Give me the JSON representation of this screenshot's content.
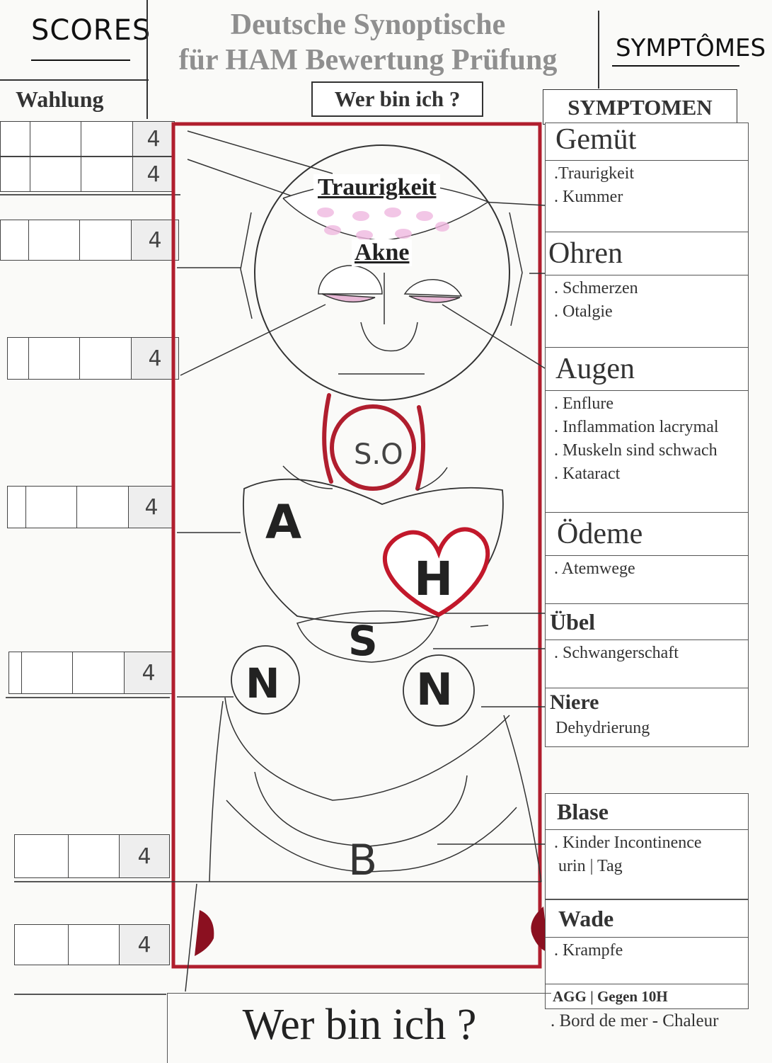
{
  "header": {
    "scores": "SCORES",
    "title_line1": "Deutsche Synoptische",
    "title_line2": "für HAM Bewertung Prüfung",
    "symptomes": "SYMPTÔMES",
    "wahlung": "Wahlung",
    "wer_bin_ich": "Wer bin ich ?",
    "symptomen": "SYMPTOMEN"
  },
  "scores": [
    {
      "value": "4"
    },
    {
      "value": "4"
    },
    {
      "value": "4"
    },
    {
      "value": "4"
    },
    {
      "value": "4"
    },
    {
      "value": "4"
    },
    {
      "value": "4"
    },
    {
      "value": "4"
    }
  ],
  "figure": {
    "traurigkeit": "Traurigkeit",
    "akne": "Akne",
    "so": "S.O",
    "a": "A",
    "h": "H",
    "s": "S",
    "n_left": "N",
    "n_right": "N",
    "b": "B"
  },
  "symptoms": {
    "gemut": {
      "title": "Gemüt",
      "items": [
        ".Traurigkeit",
        ". Kummer"
      ]
    },
    "ohren": {
      "title": "Ohren",
      "items": [
        ". Schmerzen",
        ". Otalgie"
      ]
    },
    "augen": {
      "title": "Augen",
      "items": [
        ". Enflure",
        ". Inflammation lacrymal",
        ". Muskeln sind schwach",
        ". Kataract"
      ]
    },
    "odeme": {
      "title": "Ödeme",
      "items": [
        ". Atemwege"
      ]
    },
    "ubel": {
      "title": "Übel",
      "items": [
        ". Schwangerschaft"
      ]
    },
    "niere": {
      "title": "Niere",
      "items": [
        "Dehydrierung"
      ]
    },
    "blase": {
      "title": "Blase",
      "items": [
        ". Kinder Incontinence",
        "urin | Tag"
      ]
    },
    "wade": {
      "title": "Wade",
      "items": [
        ". Krampfe"
      ]
    },
    "agg": "AGG |  Gegen  10H",
    "bord": ". Bord de mer - Chaleur"
  },
  "footer": {
    "text": "Wer bin ich ?"
  },
  "colors": {
    "accent_red": "#b01e2e",
    "heart_red": "#c2182b",
    "ink": "#222222",
    "pink": "#f0b8e0"
  }
}
